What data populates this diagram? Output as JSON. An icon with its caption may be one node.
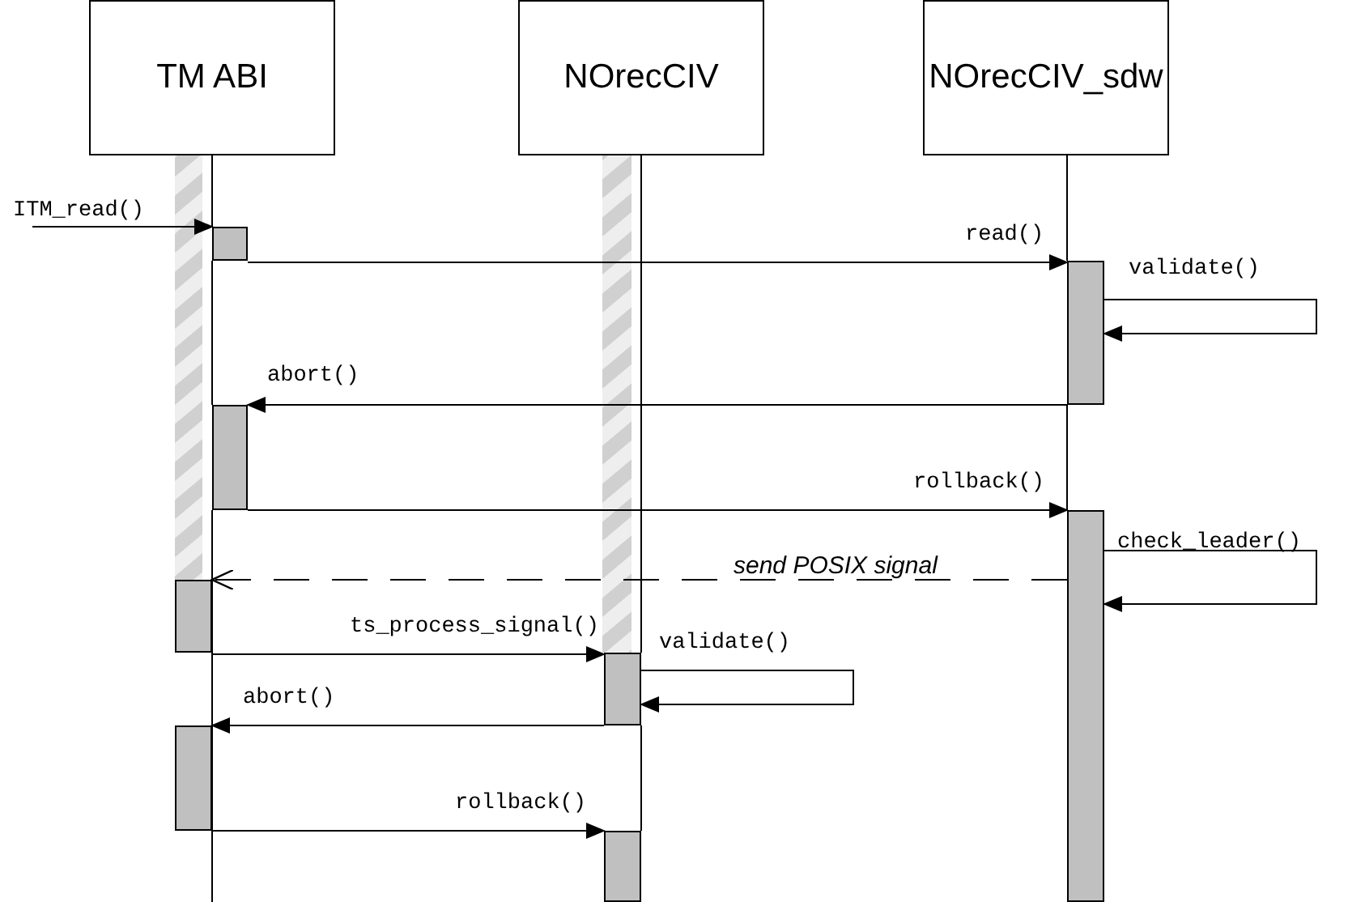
{
  "diagram": {
    "nodes": [
      {
        "text": [
          "TM ABI"
        ]
      },
      {
        "text": [
          "NOrecCIV"
        ]
      },
      {
        "text": [
          "NOrecCIV_sdw"
        ]
      },
      {
        "text": [],
        "shape": "bar"
      },
      {
        "text": [],
        "shape": "bar"
      },
      {
        "text": [],
        "shape": "bar"
      },
      {
        "text": [],
        "shape": "bar"
      },
      {
        "text": [],
        "shape": "bar"
      },
      {
        "text": [],
        "shape": "bar"
      },
      {
        "text": [],
        "shape": "bar"
      },
      {
        "text": [],
        "shape": "bar"
      }
    ],
    "edges": [
      {
        "from": null,
        "to": 3,
        "arrow": "to",
        "label": "ITM_read()"
      },
      {
        "from": 3,
        "to": 4,
        "arrow": "to",
        "label": "read()"
      },
      {
        "from": 4,
        "to": 4,
        "arrow": "to",
        "label": "validate()"
      },
      {
        "from": 4,
        "to": 5,
        "arrow": "to",
        "label": "abort()"
      },
      {
        "from": 5,
        "to": 6,
        "arrow": "to",
        "label": "rollback()"
      },
      {
        "from": 6,
        "to": 6,
        "arrow": "to",
        "label": "check_leader()"
      },
      {
        "from": 6,
        "to": 7,
        "arrow": "to",
        "label": "send POSIX signal",
        "style": "dashed"
      },
      {
        "from": 7,
        "to": 8,
        "arrow": "to",
        "label": "ts_process_signal()"
      },
      {
        "from": 8,
        "to": 8,
        "arrow": "to",
        "label": "validate()"
      },
      {
        "from": 8,
        "to": 9,
        "arrow": "to",
        "label": "abort()"
      },
      {
        "from": 9,
        "to": 10,
        "arrow": "to",
        "label": "rollback()"
      },
      {
        "from": 0,
        "to": 3,
        "arrow": "none"
      },
      {
        "from": 3,
        "to": 5,
        "arrow": "none"
      },
      {
        "from": 5,
        "to": null,
        "arrow": "none"
      },
      {
        "from": 1,
        "to": 8,
        "arrow": "none"
      },
      {
        "from": 8,
        "to": 10,
        "arrow": "none"
      },
      {
        "from": 2,
        "to": 4,
        "arrow": "none"
      },
      {
        "from": 4,
        "to": 6,
        "arrow": "none"
      }
    ]
  }
}
